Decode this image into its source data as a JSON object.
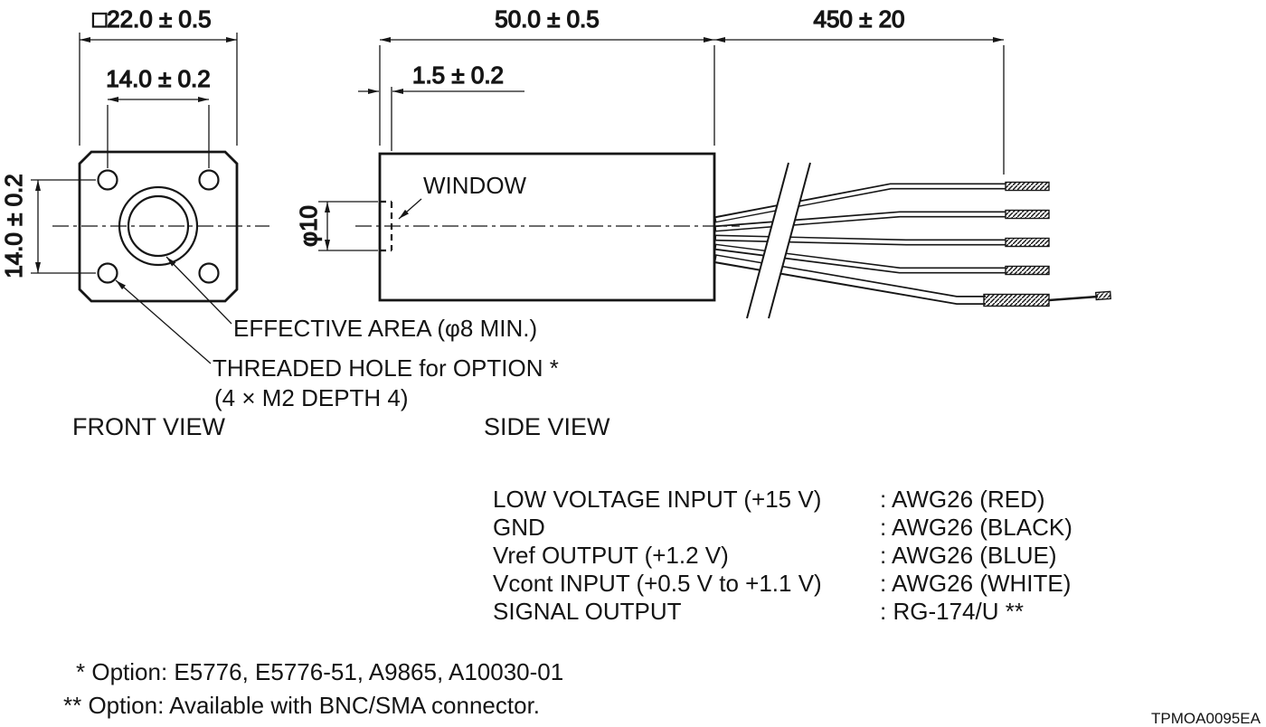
{
  "dims": {
    "outer_square": "□22.0 ± 0.5",
    "hole_pitch_h": "14.0 ± 0.2",
    "hole_pitch_v": "14.0 ± 0.2",
    "window_recess": "1.5 ± 0.2",
    "window_diameter": "φ10",
    "body_length": "50.0 ± 0.5",
    "lead_length": "450 ± 20"
  },
  "labels": {
    "window": "WINDOW",
    "effective_area": "EFFECTIVE AREA (φ8 MIN.)",
    "threaded_hole_line1": "THREADED HOLE for OPTION *",
    "threaded_hole_line2": "(4 × M2 DEPTH 4)",
    "front_view": "FRONT VIEW",
    "side_view": "SIDE VIEW"
  },
  "lead_table": [
    {
      "label": "LOW VOLTAGE INPUT (+15 V)",
      "value": ": AWG26 (RED)"
    },
    {
      "label": "GND",
      "value": ": AWG26 (BLACK)"
    },
    {
      "label": "Vref OUTPUT (+1.2 V)",
      "value": ": AWG26 (BLUE)"
    },
    {
      "label": "Vcont INPUT (+0.5 V to +1.1 V)",
      "value": ": AWG26 (WHITE)"
    },
    {
      "label": "SIGNAL OUTPUT",
      "value": ": RG-174/U **"
    }
  ],
  "footnotes": [
    "* Option: E5776, E5776-51, A9865, A10030-01",
    "** Option: Available with BNC/SMA connector."
  ],
  "doc_code": "TPMOA0095EA",
  "colors": {
    "line": "#161616",
    "effective_area_fill": "#d7d7d7",
    "background": "#ffffff"
  }
}
